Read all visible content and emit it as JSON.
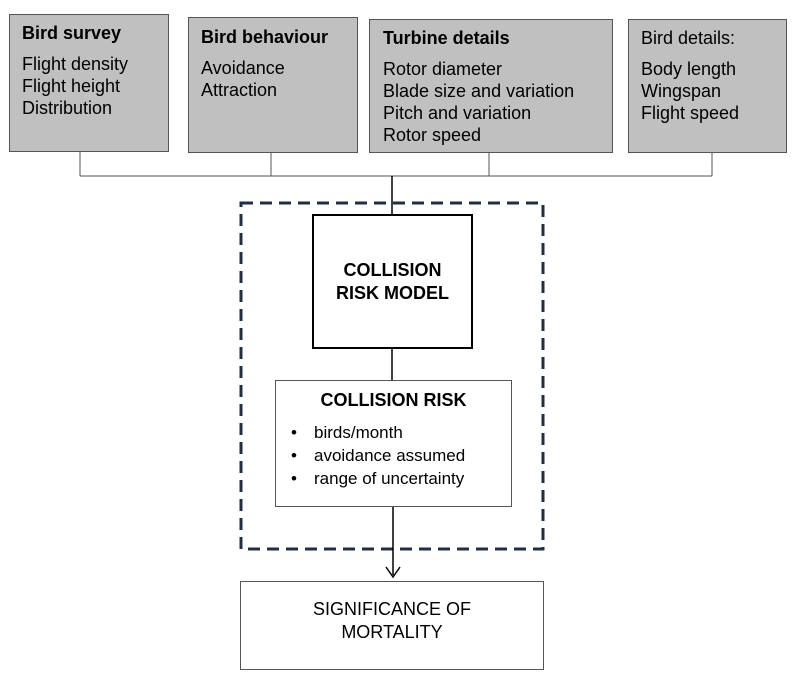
{
  "inputs": [
    {
      "title": "Bird survey",
      "items": [
        "Flight density",
        "Flight height",
        "Distribution"
      ]
    },
    {
      "title": "Bird behaviour",
      "items": [
        "Avoidance",
        "Attraction"
      ]
    },
    {
      "title": "Turbine details",
      "items": [
        "Rotor diameter",
        "Blade size and variation",
        "Pitch and variation",
        "Rotor speed"
      ]
    },
    {
      "title": "Bird details:",
      "items": [
        "Body length",
        "Wingspan",
        "Flight speed"
      ]
    }
  ],
  "model": {
    "line1": "COLLISION",
    "line2": "RISK MODEL"
  },
  "risk": {
    "title": "COLLISION RISK",
    "bullets": [
      "birds/month",
      "avoidance assumed",
      "range of uncertainty"
    ]
  },
  "output": {
    "line1": "SIGNIFICANCE OF",
    "line2": "MORTALITY"
  },
  "colors": {
    "input_fill": "#c0c0c0",
    "dashed_border": "#1f3044"
  }
}
